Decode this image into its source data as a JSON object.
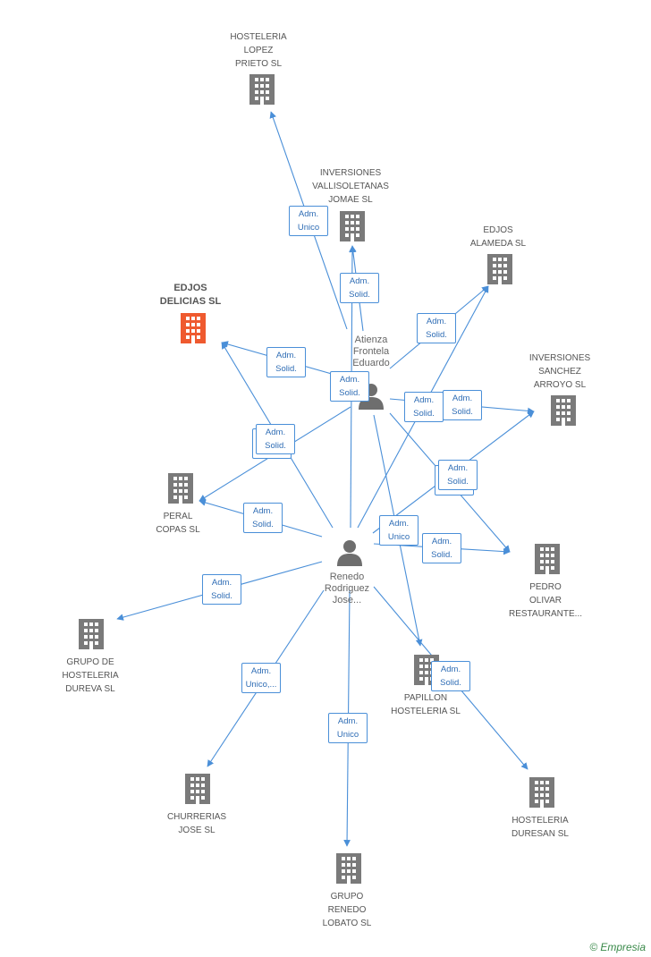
{
  "colors": {
    "edge": "#4a8fd8",
    "building": "#7a7a7a",
    "building_focus": "#ef5a2f",
    "person": "#6e6e6e",
    "label_text": "#555555",
    "edge_label_text": "#2f6db5"
  },
  "nodes": [
    {
      "id": "hosteleria_lopez",
      "kind": "company",
      "label": "HOSTELERIA\nLOPEZ\nPRIETO SL",
      "focus": false
    },
    {
      "id": "inversiones_vallisoletanas",
      "kind": "company",
      "label": "INVERSIONES\nVALLISOLETANAS\nJOMAE SL",
      "focus": false
    },
    {
      "id": "edjos_alameda",
      "kind": "company",
      "label": "EDJOS\nALAMEDA SL",
      "focus": false
    },
    {
      "id": "edjos_delicias",
      "kind": "company",
      "label": "EDJOS\nDELICIAS SL",
      "focus": true
    },
    {
      "id": "inversiones_sanchez",
      "kind": "company",
      "label": "INVERSIONES\nSANCHEZ\nARROYO SL",
      "focus": false
    },
    {
      "id": "peral_copas",
      "kind": "company",
      "label": "PERAL\nCOPAS SL",
      "focus": false
    },
    {
      "id": "pedro_olivar",
      "kind": "company",
      "label": "PEDRO\nOLIVAR\nRESTAURANTE...",
      "focus": false
    },
    {
      "id": "grupo_dureva",
      "kind": "company",
      "label": "GRUPO DE\nHOSTELERIA\nDUREVA SL",
      "focus": false
    },
    {
      "id": "papillon",
      "kind": "company",
      "label": "PAPILLON\nHOSTELERIA  SL",
      "focus": false
    },
    {
      "id": "churrerias",
      "kind": "company",
      "label": "CHURRERIAS\nJOSE  SL",
      "focus": false
    },
    {
      "id": "hosteleria_duresan",
      "kind": "company",
      "label": "HOSTELERIA\nDURESAN SL",
      "focus": false
    },
    {
      "id": "grupo_renedo",
      "kind": "company",
      "label": "GRUPO\nRENEDO\nLOBATO SL",
      "focus": false
    },
    {
      "id": "atienza",
      "kind": "person",
      "label": "Atienza\nFrontela\nEduardo"
    },
    {
      "id": "renedo",
      "kind": "person",
      "label": "Renedo\nRodriguez\nJose..."
    }
  ],
  "edges": [
    {
      "from": "renedo",
      "to": "hosteleria_lopez",
      "label": "Adm.\nUnico"
    },
    {
      "from": "atienza",
      "to": "inversiones_vallisoletanas",
      "label": "Adm.\nSolid."
    },
    {
      "from": "renedo",
      "to": "inversiones_vallisoletanas",
      "label": ""
    },
    {
      "from": "atienza",
      "to": "edjos_alameda",
      "label": "Adm.\nSolid."
    },
    {
      "from": "renedo",
      "to": "edjos_alameda",
      "label": ""
    },
    {
      "from": "atienza",
      "to": "edjos_delicias",
      "label": "Adm.\nSolid."
    },
    {
      "from": "renedo",
      "to": "edjos_delicias",
      "label": "Adm.\nSolid."
    },
    {
      "from": "atienza",
      "to": "inversiones_sanchez",
      "label": "Adm.\nSolid."
    },
    {
      "from": "renedo",
      "to": "inversiones_sanchez",
      "label": "Adm.\nSolid."
    },
    {
      "from": "atienza",
      "to": "peral_copas",
      "label": "Adm.\nSolid."
    },
    {
      "from": "renedo",
      "to": "peral_copas",
      "label": "Adm.\nSolid."
    },
    {
      "from": "atienza",
      "to": "pedro_olivar",
      "label": "Adm.\nSolid."
    },
    {
      "from": "renedo",
      "to": "pedro_olivar",
      "label": "Adm.\nSolid."
    },
    {
      "from": "renedo",
      "to": "grupo_dureva",
      "label": "Adm.\nSolid."
    },
    {
      "from": "atienza",
      "to": "papillon",
      "label": "Adm.\nUnico"
    },
    {
      "from": "renedo",
      "to": "hosteleria_duresan",
      "label": "Adm.\nSolid."
    },
    {
      "from": "renedo",
      "to": "churrerias",
      "label": "Adm.\nUnico,..."
    },
    {
      "from": "renedo",
      "to": "grupo_renedo",
      "label": "Adm.\nUnico"
    }
  ],
  "edge_label_extra": "Adm.\nSolid.",
  "brand": {
    "copyright": "©",
    "name": "Empresia"
  }
}
